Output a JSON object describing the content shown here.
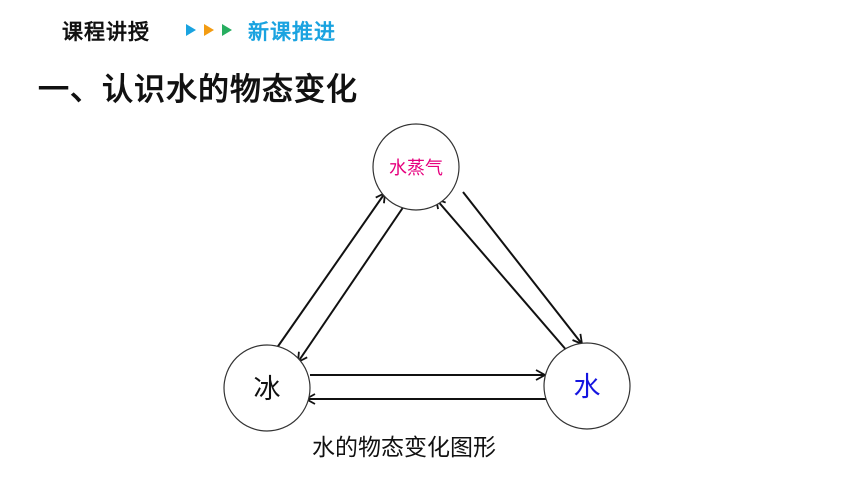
{
  "header": {
    "label": "课程讲授",
    "sub": "新课推进",
    "arrow_colors": [
      "#1aa3e0",
      "#f39c12",
      "#27ae60"
    ]
  },
  "section": {
    "title": "一、认识水的物态变化"
  },
  "diagram": {
    "nodes": {
      "vapor": {
        "label": "水蒸气",
        "color": "#e6007e"
      },
      "ice": {
        "label": "冰",
        "color": "#111111"
      },
      "water": {
        "label": "水",
        "color": "#1515e0"
      }
    },
    "caption": "水的物态变化图形"
  }
}
